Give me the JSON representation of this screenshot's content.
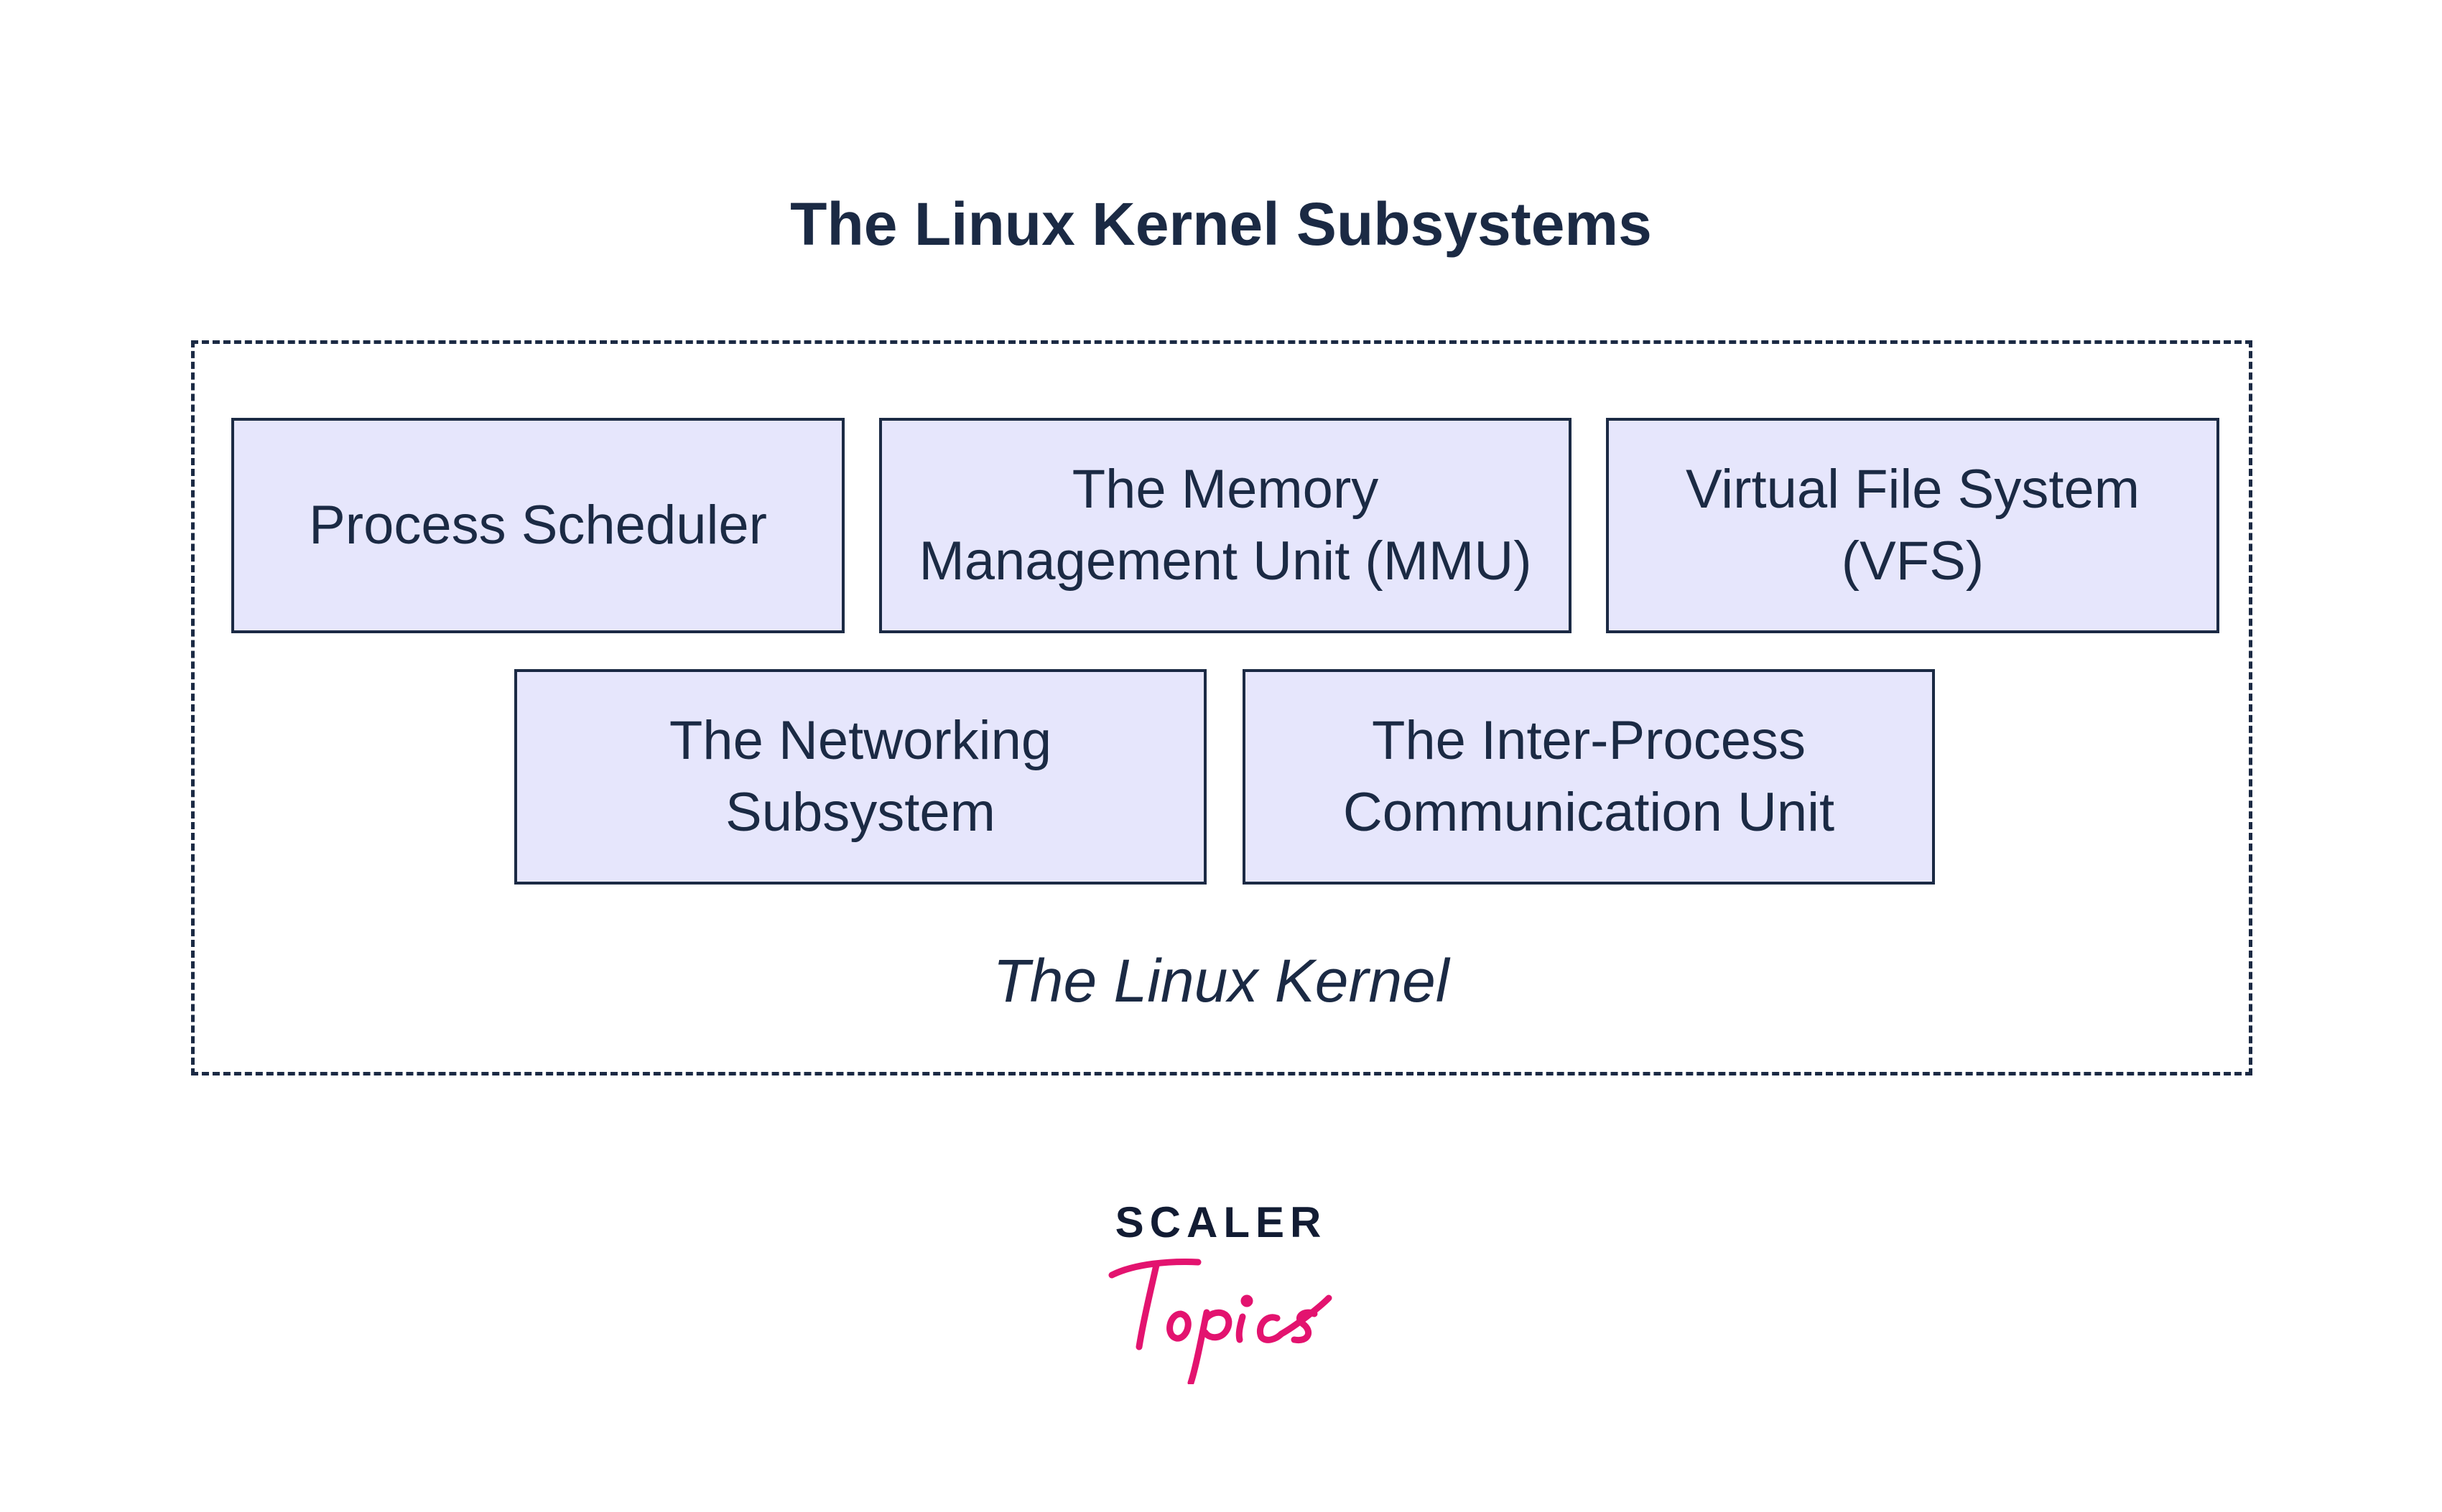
{
  "title": "The Linux Kernel Subsystems",
  "subsystems": [
    {
      "label": "Process Scheduler"
    },
    {
      "label": "The Memory\nManagement Unit (MMU)"
    },
    {
      "label": "Virtual File System\n(VFS)"
    },
    {
      "label": "The Networking\nSubsystem"
    },
    {
      "label": "The Inter-Process\nCommunication Unit"
    }
  ],
  "container_label": "The Linux Kernel",
  "logo": {
    "wordmark": "SCALER",
    "script": "Topics"
  },
  "colors": {
    "text": "#1b2a44",
    "box_fill": "#e6e6fc",
    "logo_accent": "#e3136f"
  }
}
